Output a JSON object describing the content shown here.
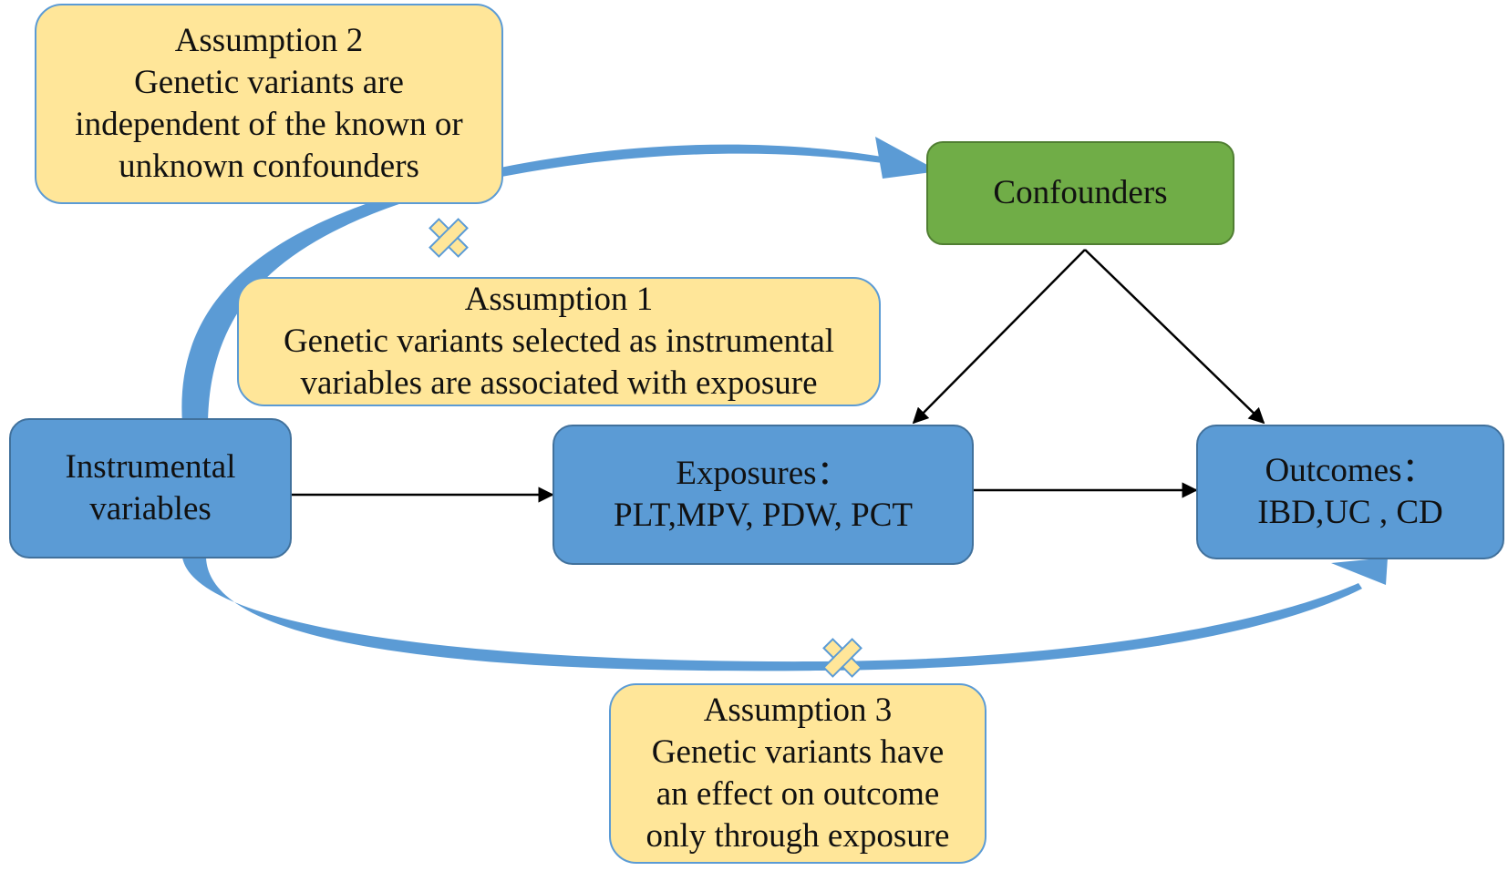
{
  "nodes": {
    "instrumental": {
      "lines": [
        "Instrumental",
        "variables"
      ]
    },
    "exposures": {
      "lines": [
        "Exposures：",
        "PLT,MPV, PDW, PCT"
      ]
    },
    "outcomes": {
      "lines": [
        "Outcomes：",
        "IBD,UC , CD"
      ]
    },
    "confounders": {
      "lines": [
        "Confounders"
      ]
    }
  },
  "assumptions": {
    "a1": {
      "lines": [
        "Assumption 1",
        "Genetic variants selected as instrumental",
        "variables are associated with exposure"
      ]
    },
    "a2": {
      "lines": [
        "Assumption 2",
        "Genetic variants are",
        "independent of the known or",
        "unknown confounders"
      ]
    },
    "a3": {
      "lines": [
        "Assumption 3",
        "Genetic variants have",
        "an effect on outcome",
        "only through exposure"
      ]
    }
  },
  "colors": {
    "node_blue": "#5b9bd5",
    "node_blue_border": "#41719c",
    "confounder_green": "#70ad47",
    "assumption_yellow": "#ffe699",
    "curve_blue": "#5b9bd5",
    "cross_mark": "#ffe699",
    "arrow_black": "#000000"
  },
  "icons": {
    "violation_mark": "cross-icon"
  }
}
